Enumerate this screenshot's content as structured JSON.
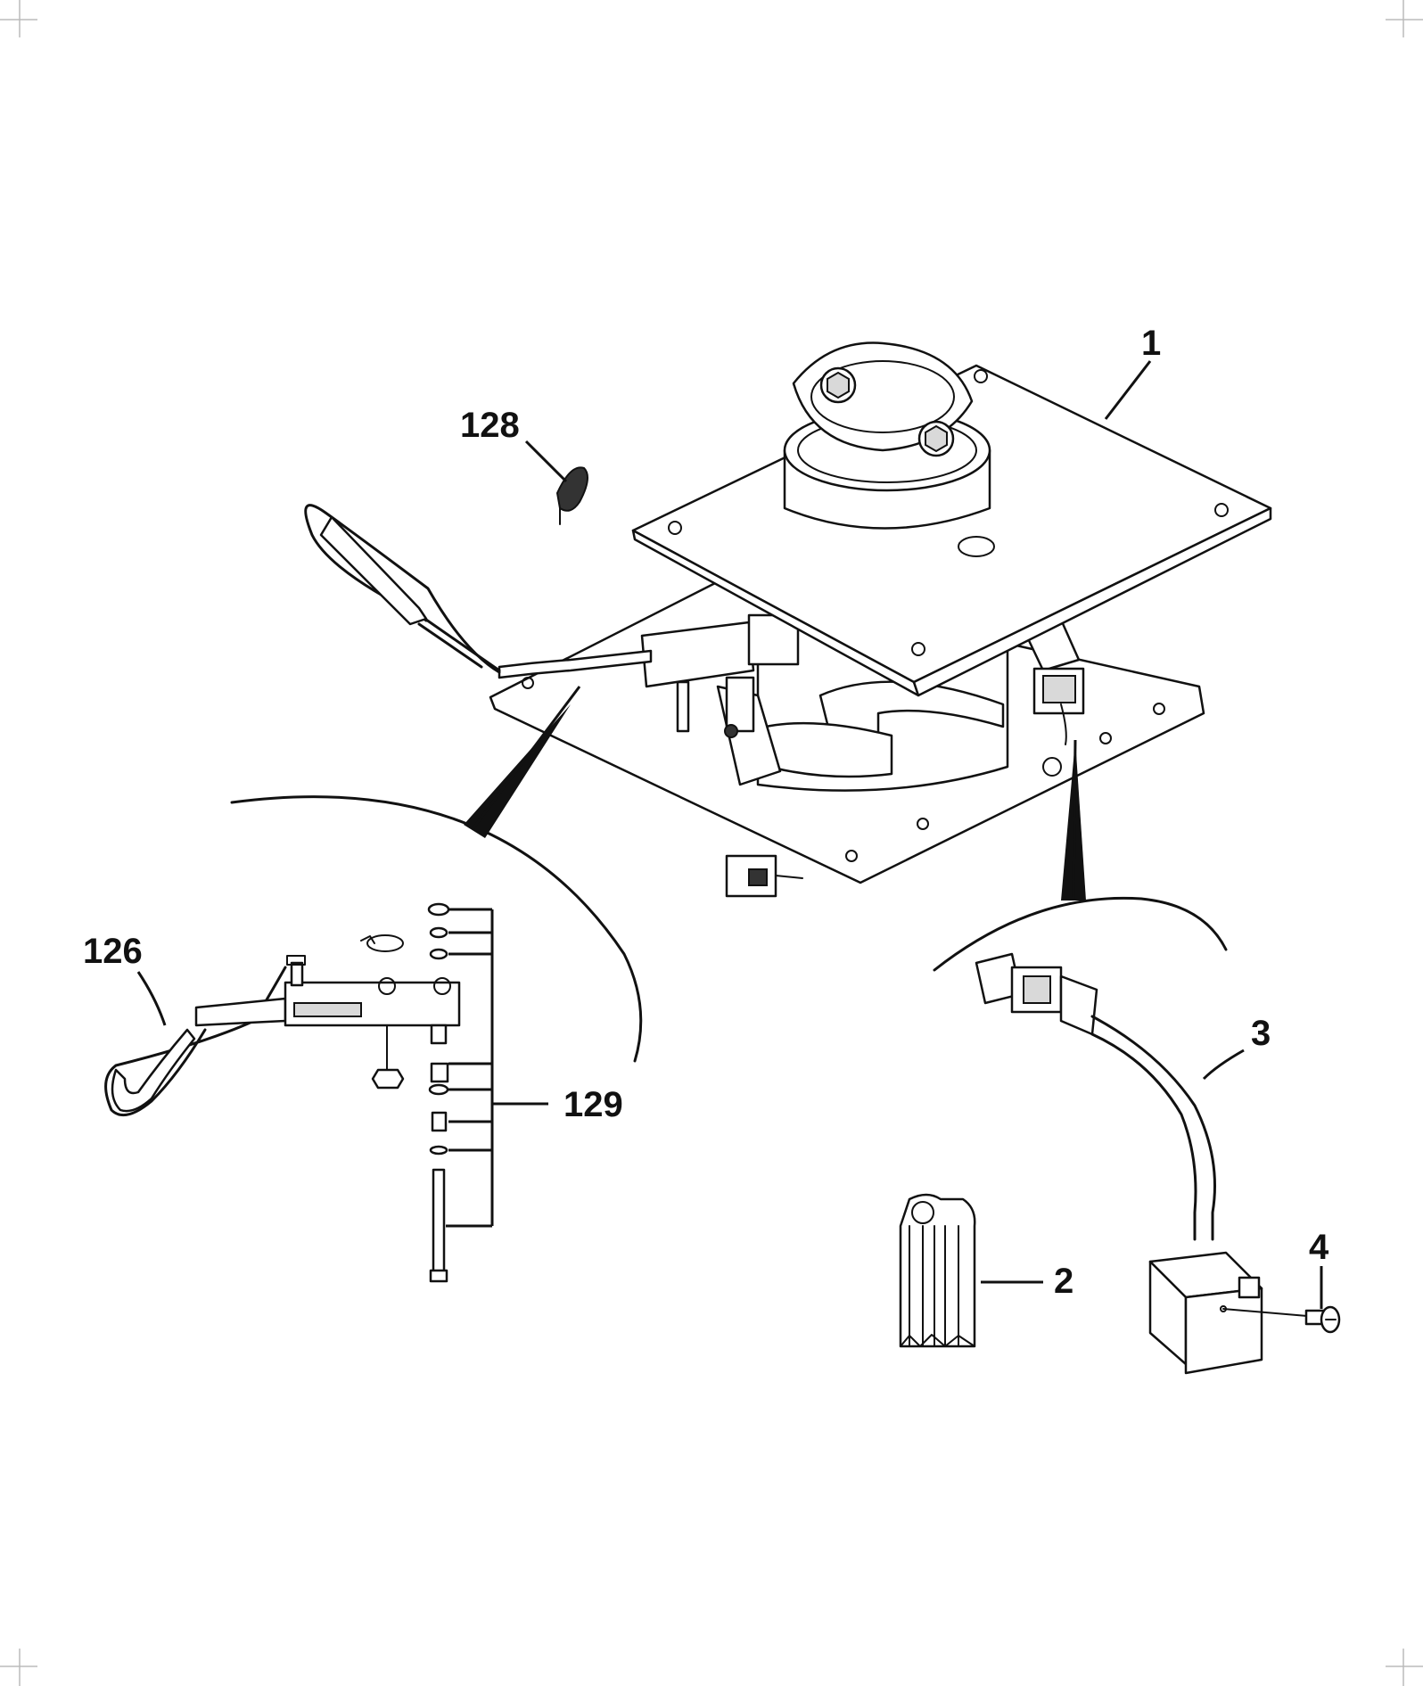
{
  "callouts": {
    "c1": "1",
    "c2": "2",
    "c3": "3",
    "c4": "4",
    "c126": "126",
    "c128": "128",
    "c129": "129"
  }
}
